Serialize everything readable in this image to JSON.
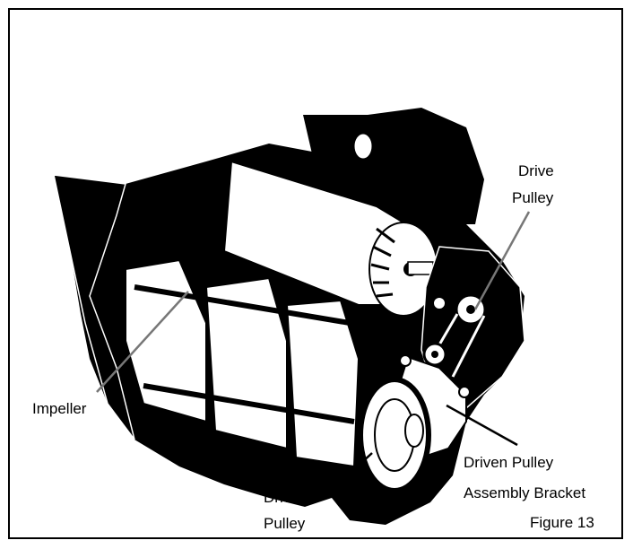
{
  "figure": {
    "caption": "Figure 13",
    "labels": {
      "drive_pulley_line1": "Drive",
      "drive_pulley_line2": "Pulley",
      "impeller": "Impeller",
      "driven_pulley_line1": "Driven",
      "driven_pulley_line2": "Pulley",
      "bracket_line1": "Driven Pulley",
      "bracket_line2": "Assembly Bracket"
    }
  }
}
